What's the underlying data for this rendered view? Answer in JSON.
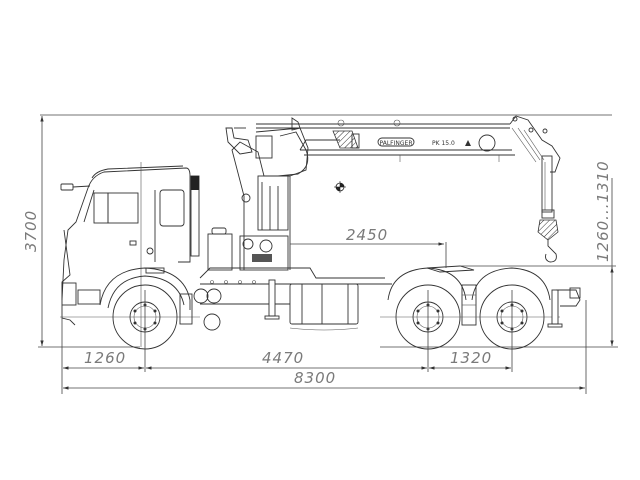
{
  "drawing": {
    "subject": "Truck-mounted crane, side elevation",
    "crane_label": "PALFINGER",
    "crane_model": "PK 15.0",
    "dimensions": {
      "overall_height": "3700",
      "front_overhang": "1260",
      "wheelbase_front_to_bogie": "4470",
      "bogie_axle_spacing": "1320",
      "overall_length": "8300",
      "fifth_wheel_offset": "2450",
      "fifth_wheel_height": "1260...1310"
    }
  }
}
